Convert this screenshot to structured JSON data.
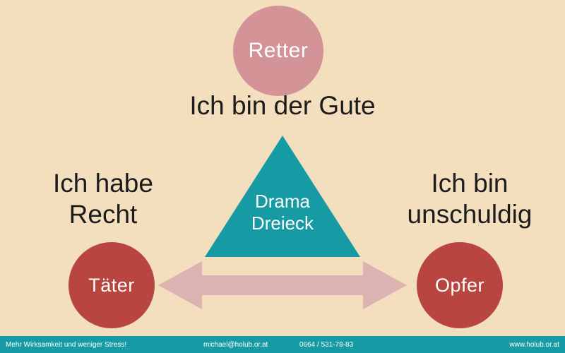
{
  "diagram": {
    "triangle": {
      "line1": "Drama",
      "line2": "Dreieck",
      "color": "#169ba5"
    },
    "roles": [
      {
        "id": "retter",
        "label": "Retter",
        "color": "#d49397"
      },
      {
        "id": "taeter",
        "label": "Täter",
        "color": "#b8453f"
      },
      {
        "id": "opfer",
        "label": "Opfer",
        "color": "#b8453f"
      }
    ],
    "statements": {
      "top": "Ich bin der Gute",
      "left_line1": "Ich habe",
      "left_line2": "Recht",
      "right_line1": "Ich bin",
      "right_line2": "unschuldig"
    },
    "arrow": {
      "name": "double-headed-arrow",
      "color": "#dcb3b1"
    },
    "background_color": "#f3dfbe"
  },
  "footer": {
    "slogan": "Mehr Wirksamkeit und weniger Stress!",
    "email": "michael@holub.or.at",
    "phone": "0664 / 531-78-83",
    "website": "www.holub.or.at",
    "color": "#169ba5"
  }
}
